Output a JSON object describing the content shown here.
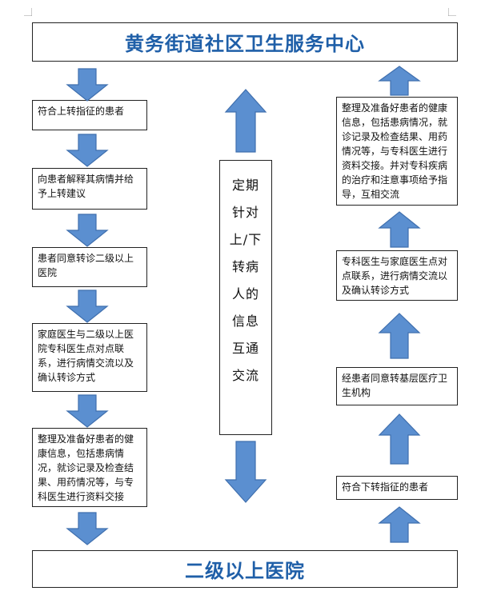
{
  "top_title": "黄务街道社区卫生服务中心",
  "bottom_title": "二级以上医院",
  "center_label": [
    "定期",
    "针对",
    "上/下",
    "转病",
    "人的",
    "信息",
    "互通",
    "交流"
  ],
  "left_steps": [
    "符合上转指征的患者",
    "向患者解释其病情并给予上转建议",
    "患者同意转诊二级以上医院",
    "家庭医生与二级以上医院专科医生点对点联系，进行病情交流以及确认转诊方式",
    "整理及准备好患者的健康信息，包括患病情况，就诊记录及检查结果、用药情况等，与专科医生进行资料交接"
  ],
  "right_steps": [
    "整理及准备好患者的健康信息，包括患病情况，就诊记录及检查结果、用药情况等，与专科医生进行资料交接。并对专科疾病的治疗和注意事项给予指导，互相交流",
    "专科医生与家庭医生点对点联系，进行病情交流以及确认转诊方式",
    "经患者同意转基层医疗卫生机构",
    "符合下转指征的患者"
  ],
  "colors": {
    "title": "#1f5fa8",
    "arrow_fill": "#5b8fd0",
    "arrow_stroke": "#3f6fae",
    "border": "#222222"
  }
}
